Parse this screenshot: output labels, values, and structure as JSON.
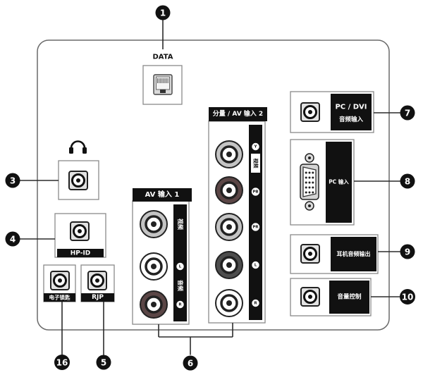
{
  "callouts": {
    "data": "1",
    "headphone": "3",
    "hp_id": "4",
    "e_key": "16",
    "rjp": "5",
    "av_inputs": "6",
    "pc_dvi_audio": "7",
    "pc_input": "8",
    "audio_out": "9",
    "volume": "10"
  },
  "ports": {
    "data": {
      "label": "DATA"
    },
    "hp_id": {
      "label": "HP-ID"
    },
    "e_key": {
      "label": "电子锁匙"
    },
    "rjp": {
      "label": "RJP"
    },
    "av1": {
      "title": "AV 输入 1",
      "video": "视频",
      "audio": "音频",
      "left": "L",
      "right": "R"
    },
    "av2": {
      "title": "分量 / AV 输入 2",
      "y": "Y",
      "video": "视频",
      "pb": "PB",
      "pr": "PR",
      "left": "L",
      "right": "R"
    },
    "pc_dvi_audio": {
      "line1": "PC / DVI",
      "line2": "音频输入"
    },
    "pc_input": {
      "label": "PC 输入"
    },
    "audio_out": {
      "label": "耳机音频输出"
    },
    "volume": {
      "label": "音量控制"
    }
  },
  "icons": {
    "headphone": "headphone-icon",
    "network": "rj45-jack",
    "vga": "vga-connector"
  },
  "colors": {
    "rca_light": "#c4c4c4",
    "rca_white": "#ffffff",
    "rca_dark": "#5b4646",
    "rca_gray": "#4d4d4d",
    "label_bar": "#111111"
  }
}
